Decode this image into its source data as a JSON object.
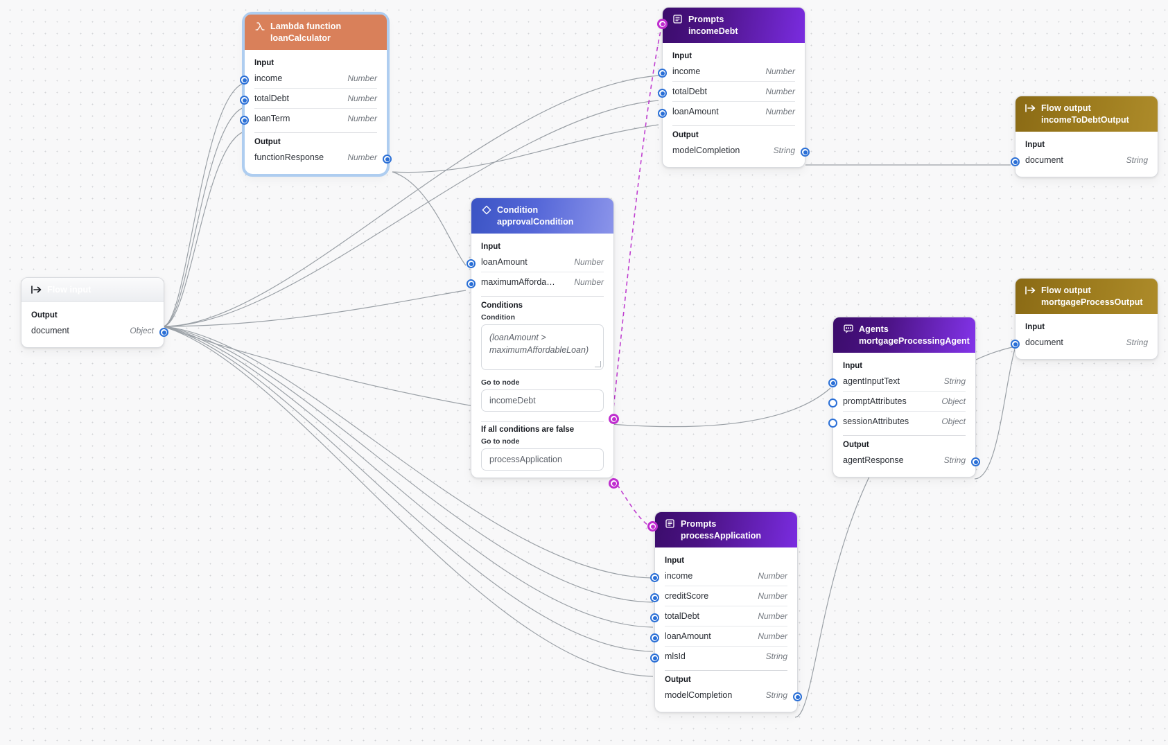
{
  "canvas": {
    "background": "#f8f8f9",
    "grid_dot_color": "#d2d3d6"
  },
  "colors": {
    "lambda_header": "#d9805a",
    "prompts_header": "#4c1386",
    "agents_header": "#4c1386",
    "condition_header": "#5567d8",
    "flow_output_header": "#9b7a1c",
    "port_blue": "#2a6fd6",
    "port_purple": "#bf2ecf",
    "selection_outline": "#aecdf0"
  },
  "labels": {
    "input": "Input",
    "output": "Output",
    "conditions": "Conditions",
    "condition": "Condition",
    "go_to_node": "Go to node",
    "if_all_false": "If all conditions are false"
  },
  "nodes": {
    "flow_input": {
      "type": "Flow input",
      "icon": "flow-input-icon",
      "output_label": "Output",
      "outputs": [
        {
          "name": "document",
          "type": "Object"
        }
      ]
    },
    "lambda": {
      "type": "Lambda function",
      "name": "loanCalculator",
      "icon": "lambda-icon",
      "selected": true,
      "input_label": "Input",
      "inputs": [
        {
          "name": "income",
          "type": "Number"
        },
        {
          "name": "totalDebt",
          "type": "Number"
        },
        {
          "name": "loanTerm",
          "type": "Number"
        }
      ],
      "output_label": "Output",
      "outputs": [
        {
          "name": "functionResponse",
          "type": "Number"
        }
      ]
    },
    "prompts_income_debt": {
      "type": "Prompts",
      "name": "incomeDebt",
      "icon": "prompt-icon",
      "input_label": "Input",
      "inputs": [
        {
          "name": "income",
          "type": "Number"
        },
        {
          "name": "totalDebt",
          "type": "Number"
        },
        {
          "name": "loanAmount",
          "type": "Number"
        }
      ],
      "output_label": "Output",
      "outputs": [
        {
          "name": "modelCompletion",
          "type": "String"
        }
      ]
    },
    "condition": {
      "type": "Condition",
      "name": "approvalCondition",
      "icon": "diamond-icon",
      "input_label": "Input",
      "inputs": [
        {
          "name": "loanAmount",
          "type": "Number"
        },
        {
          "name": "maximumAfforda…",
          "type": "Number"
        }
      ],
      "conditions_label": "Conditions",
      "condition_label": "Condition",
      "condition_expression": "(loanAmount > maximumAffordableLoan)",
      "goto_label": "Go to node",
      "goto_value": "incomeDebt",
      "else_label": "If all conditions are false",
      "else_goto_label": "Go to node",
      "else_goto_value": "processApplication"
    },
    "agents": {
      "type": "Agents",
      "name": "mortgageProcessingAgent",
      "icon": "agent-chat-icon",
      "input_label": "Input",
      "inputs": [
        {
          "name": "agentInputText",
          "type": "String",
          "connected": true
        },
        {
          "name": "promptAttributes",
          "type": "Object",
          "connected": false
        },
        {
          "name": "sessionAttributes",
          "type": "Object",
          "connected": false
        }
      ],
      "output_label": "Output",
      "outputs": [
        {
          "name": "agentResponse",
          "type": "String"
        }
      ]
    },
    "prompts_process_application": {
      "type": "Prompts",
      "name": "processApplication",
      "icon": "prompt-icon",
      "input_label": "Input",
      "inputs": [
        {
          "name": "income",
          "type": "Number"
        },
        {
          "name": "creditScore",
          "type": "Number"
        },
        {
          "name": "totalDebt",
          "type": "Number"
        },
        {
          "name": "loanAmount",
          "type": "Number"
        },
        {
          "name": "mlsId",
          "type": "String"
        }
      ],
      "output_label": "Output",
      "outputs": [
        {
          "name": "modelCompletion",
          "type": "String"
        }
      ]
    },
    "flow_output_income_to_debt": {
      "type": "Flow output",
      "name": "incomeToDebtOutput",
      "icon": "flow-output-icon",
      "input_label": "Input",
      "inputs": [
        {
          "name": "document",
          "type": "String"
        }
      ]
    },
    "flow_output_mortgage_process": {
      "type": "Flow output",
      "name": "mortgageProcessOutput",
      "icon": "flow-output-icon",
      "input_label": "Input",
      "inputs": [
        {
          "name": "document",
          "type": "String"
        }
      ]
    }
  }
}
